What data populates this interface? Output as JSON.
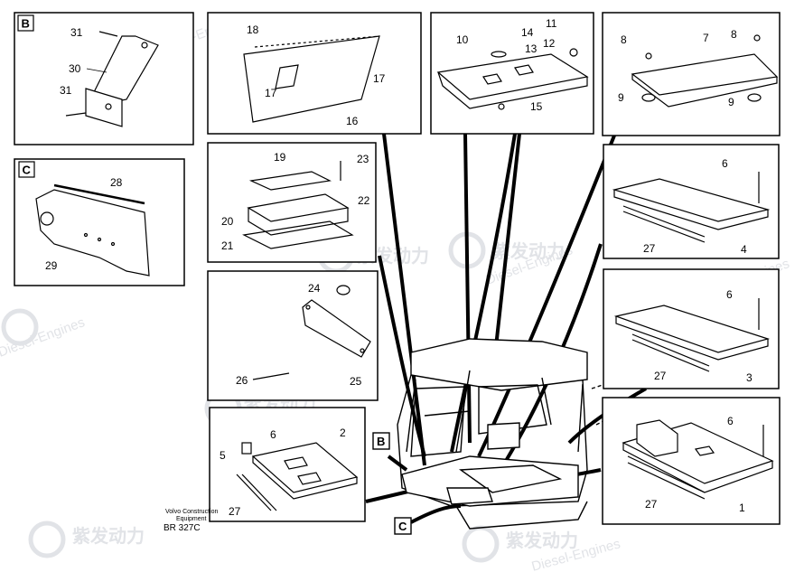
{
  "sections": [
    "B",
    "C"
  ],
  "callouts": [
    "B",
    "C"
  ],
  "watermark": {
    "logo_text": "紫发动力",
    "text": "Diesel-Engines",
    "color": "#c9ccd3"
  },
  "boxes": [
    {
      "id": "B",
      "labels": [
        "31",
        "30",
        "31"
      ]
    },
    {
      "id": "C",
      "labels": [
        "28",
        "29"
      ]
    },
    {
      "id": "box-16",
      "labels": [
        "18",
        "17",
        "17",
        "16"
      ]
    },
    {
      "id": "box-10",
      "labels": [
        "11",
        "14",
        "10",
        "13",
        "12",
        "15"
      ]
    },
    {
      "id": "box-7",
      "labels": [
        "8",
        "7",
        "8",
        "9",
        "9"
      ]
    },
    {
      "id": "box-20",
      "labels": [
        "19",
        "23",
        "22",
        "20",
        "21"
      ]
    },
    {
      "id": "box-4",
      "labels": [
        "6",
        "27",
        "4"
      ]
    },
    {
      "id": "box-25",
      "labels": [
        "24",
        "26",
        "25"
      ]
    },
    {
      "id": "box-3",
      "labels": [
        "6",
        "27",
        "3"
      ]
    },
    {
      "id": "box-2",
      "labels": [
        "6",
        "2",
        "5",
        "27"
      ]
    },
    {
      "id": "box-1",
      "labels": [
        "6",
        "27",
        "1"
      ]
    }
  ],
  "footer": {
    "maker_line1": "Volvo Construction",
    "maker_line2": "Equipment",
    "code": "BR 327C"
  }
}
